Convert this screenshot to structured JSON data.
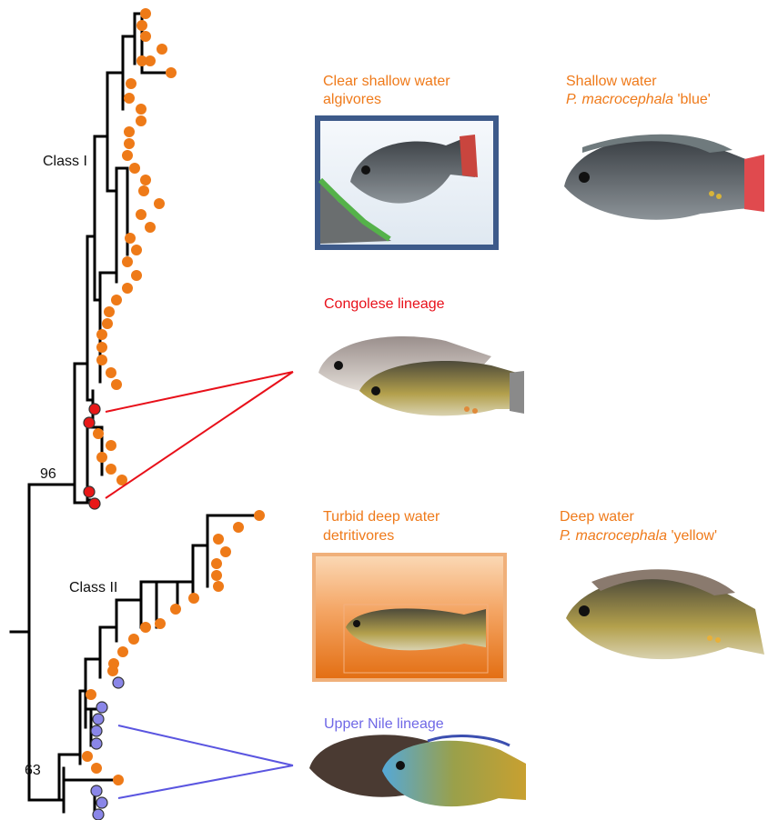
{
  "tree": {
    "class_labels": {
      "class1": "Class I",
      "class2": "Class II"
    },
    "bootstrap": {
      "upper": "96",
      "lower": "63"
    },
    "tip_colors": {
      "class1_default": "#ee7a18",
      "congolese": "#e81818",
      "upper_nile": "#8a86e8"
    }
  },
  "panels": {
    "clear_shallow": {
      "line1": "Clear shallow water",
      "line2": "algivores"
    },
    "shallow_water": {
      "line1": "Shallow water",
      "species": "P. macrocephala",
      "morph": " 'blue'"
    },
    "congolese": {
      "label": "Congolese lineage"
    },
    "turbid_deep": {
      "line1": "Turbid deep water",
      "line2": "detritivores"
    },
    "deep_water": {
      "line1": "Deep water",
      "species": "P. macrocephala",
      "morph": " 'yellow'"
    },
    "upper_nile": {
      "label": "Upper Nile lineage"
    }
  },
  "colors": {
    "orange_text": "#ef7a1a",
    "red_text": "#e8101a",
    "blue_text": "#6f68e6",
    "frame_blue": "#3d5a8a"
  }
}
